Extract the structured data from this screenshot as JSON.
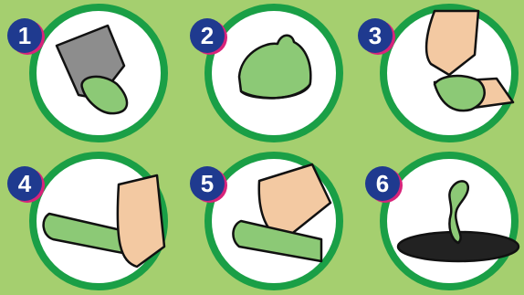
{
  "steps": [
    {
      "number": "1",
      "icon": "wrapper-open-icon"
    },
    {
      "number": "2",
      "icon": "condom-icon"
    },
    {
      "number": "3",
      "icon": "pinch-tip-icon"
    },
    {
      "number": "4",
      "icon": "roll-on-icon"
    },
    {
      "number": "5",
      "icon": "remove-icon"
    },
    {
      "number": "6",
      "icon": "dispose-bin-icon"
    }
  ],
  "colors": {
    "background": "#a5cf6f",
    "ring": "#1a9f46",
    "badge": "#1f3a8f",
    "badge_accent": "#d8237a",
    "condom": "#8cc976",
    "skin": "#f3c9a2"
  }
}
